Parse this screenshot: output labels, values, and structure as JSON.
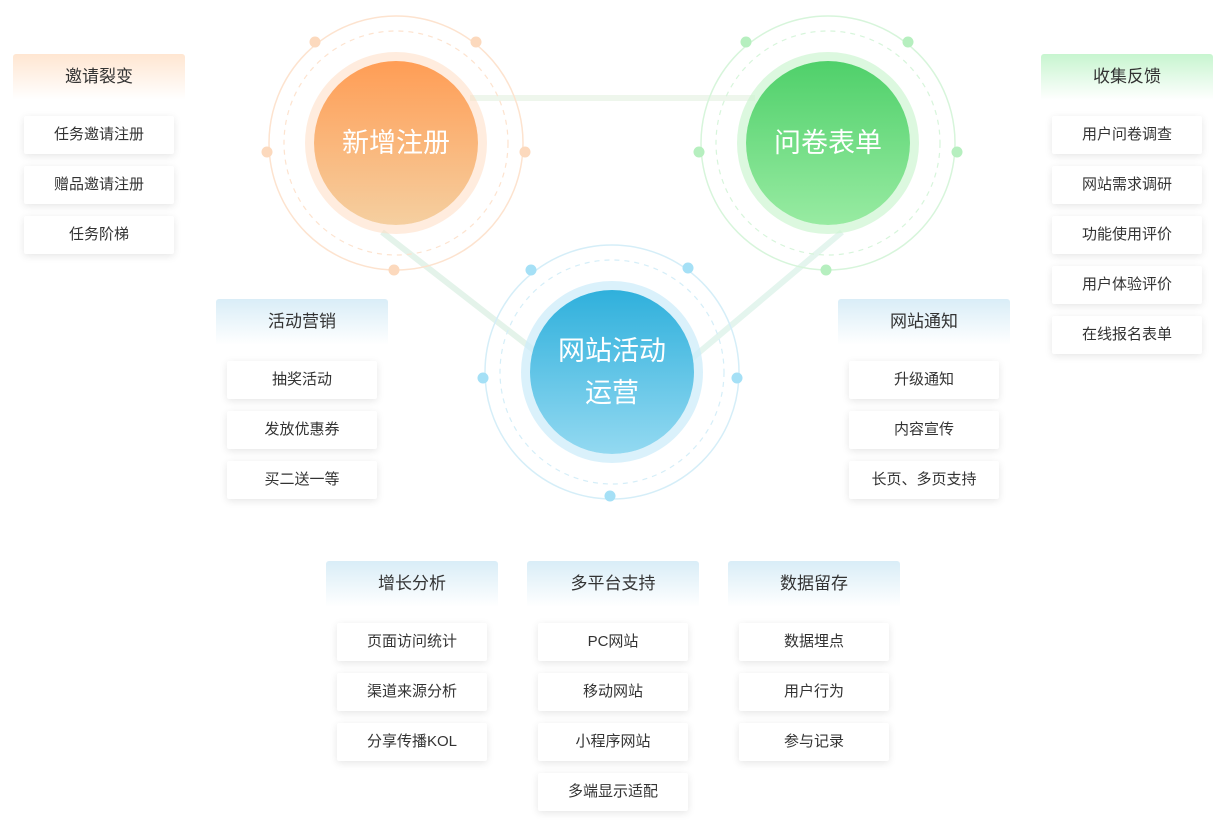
{
  "hubs": {
    "register": "新增注册",
    "form": "问卷表单",
    "operation_line1": "网站活动",
    "operation_line2": "运营"
  },
  "groups": {
    "invite": {
      "title": "邀请裂变",
      "items": [
        "任务邀请注册",
        "赠品邀请注册",
        "任务阶梯"
      ]
    },
    "feedback": {
      "title": "收集反馈",
      "items": [
        "用户问卷调查",
        "网站需求调研",
        "功能使用评价",
        "用户体验评价",
        "在线报名表单"
      ]
    },
    "marketing": {
      "title": "活动营销",
      "items": [
        "抽奖活动",
        "发放优惠券",
        "买二送一等"
      ]
    },
    "notice": {
      "title": "网站通知",
      "items": [
        "升级通知",
        "内容宣传",
        "长页、多页支持"
      ]
    },
    "growth": {
      "title": "增长分析",
      "items": [
        "页面访问统计",
        "渠道来源分析",
        "分享传播KOL"
      ]
    },
    "platform": {
      "title": "多平台支持",
      "items": [
        "PC网站",
        "移动网站",
        "小程序网站",
        "多端显示适配"
      ]
    },
    "retention": {
      "title": "数据留存",
      "items": [
        "数据埋点",
        "用户行为",
        "参与记录"
      ]
    }
  },
  "colors": {
    "orange": "#ff9d55",
    "green": "#4fd06a",
    "blue": "#2fb0dc"
  }
}
